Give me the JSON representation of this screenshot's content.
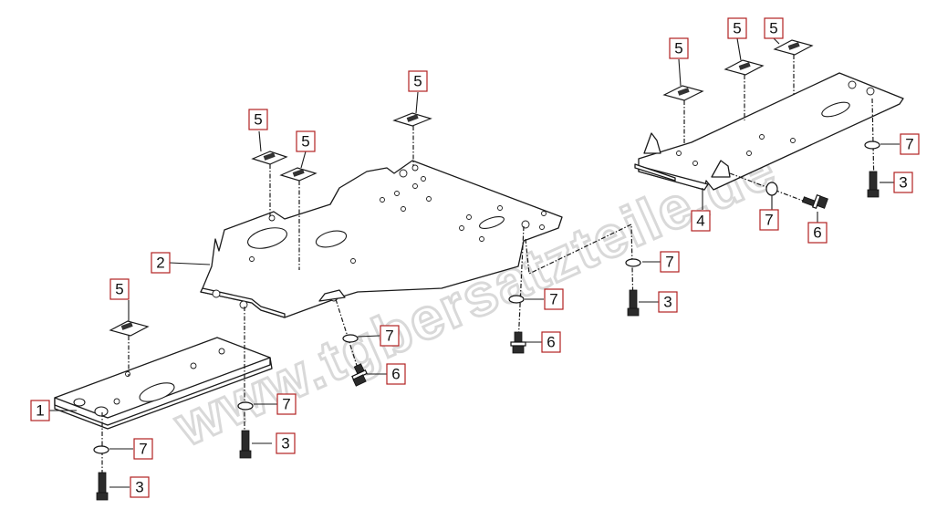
{
  "watermark": "www.tgbersatzteile.de",
  "callouts": [
    {
      "id": "c1",
      "label": "1"
    },
    {
      "id": "c2",
      "label": "2"
    },
    {
      "id": "c3a",
      "label": "3"
    },
    {
      "id": "c3b",
      "label": "3"
    },
    {
      "id": "c3c",
      "label": "3"
    },
    {
      "id": "c3d",
      "label": "3"
    },
    {
      "id": "c4",
      "label": "4"
    },
    {
      "id": "c5a",
      "label": "5"
    },
    {
      "id": "c5b",
      "label": "5"
    },
    {
      "id": "c5c",
      "label": "5"
    },
    {
      "id": "c5d",
      "label": "5"
    },
    {
      "id": "c5e",
      "label": "5"
    },
    {
      "id": "c5f",
      "label": "5"
    },
    {
      "id": "c5g",
      "label": "5"
    },
    {
      "id": "c6a",
      "label": "6"
    },
    {
      "id": "c6b",
      "label": "6"
    },
    {
      "id": "c6c",
      "label": "6"
    },
    {
      "id": "c7a",
      "label": "7"
    },
    {
      "id": "c7b",
      "label": "7"
    },
    {
      "id": "c7c",
      "label": "7"
    },
    {
      "id": "c7d",
      "label": "7"
    },
    {
      "id": "c7e",
      "label": "7"
    },
    {
      "id": "c7f",
      "label": "7"
    },
    {
      "id": "c7g",
      "label": "7"
    }
  ]
}
